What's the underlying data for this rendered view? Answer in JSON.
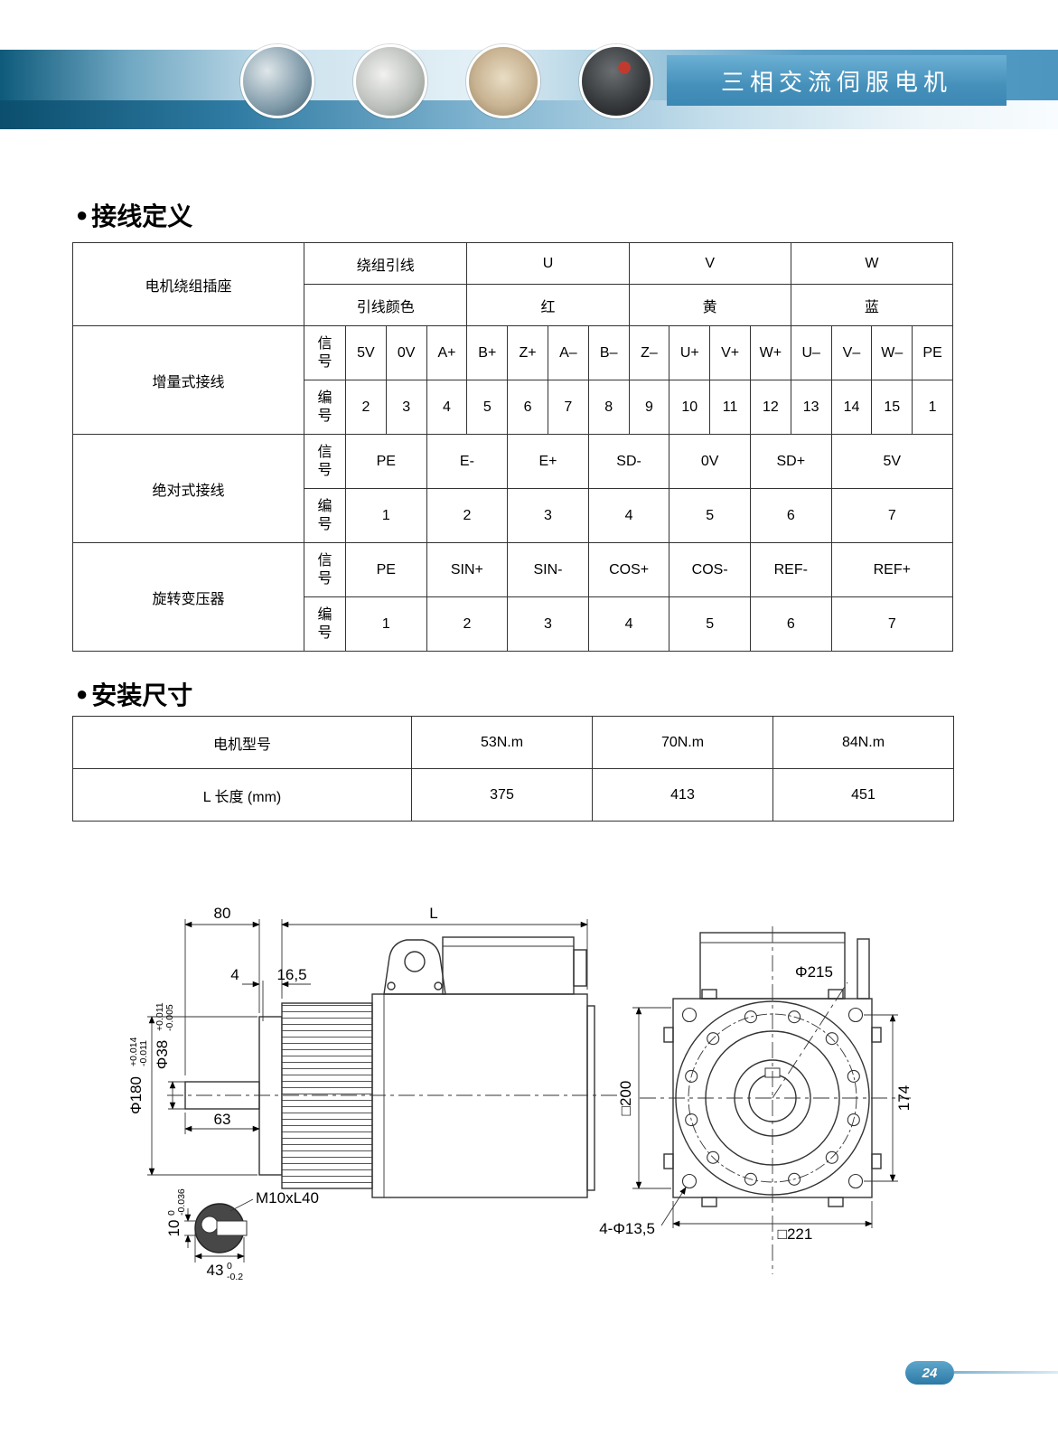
{
  "header": {
    "title": "三相交流伺服电机"
  },
  "sections": {
    "bullet": "●",
    "wiring": "接线定义",
    "mounting": "安装尺寸"
  },
  "wiring_table": {
    "socket_label": "电机绕组插座",
    "lead_row_label": "绕组引线",
    "color_row_label": "引线颜色",
    "phases": [
      "U",
      "V",
      "W"
    ],
    "colors": [
      "红",
      "黄",
      "蓝"
    ],
    "signal_label": "信\n号",
    "number_label": "编\n号",
    "incremental": {
      "label": "增量式接线",
      "signals": [
        "5V",
        "0V",
        "A+",
        "B+",
        "Z+",
        "A–",
        "B–",
        "Z–",
        "U+",
        "V+",
        "W+",
        "U–",
        "V–",
        "W–",
        "PE"
      ],
      "numbers": [
        "2",
        "3",
        "4",
        "5",
        "6",
        "7",
        "8",
        "9",
        "10",
        "11",
        "12",
        "13",
        "14",
        "15",
        "1"
      ]
    },
    "absolute": {
      "label": "绝对式接线",
      "signals": [
        "PE",
        "E-",
        "E+",
        "SD-",
        "0V",
        "SD+",
        "5V"
      ],
      "numbers": [
        "1",
        "2",
        "3",
        "4",
        "5",
        "6",
        "7"
      ]
    },
    "resolver": {
      "label": "旋转变压器",
      "signals": [
        "PE",
        "SIN+",
        "SIN-",
        "COS+",
        "COS-",
        "REF-",
        "REF+"
      ],
      "numbers": [
        "1",
        "2",
        "3",
        "4",
        "5",
        "6",
        "7"
      ]
    }
  },
  "mounting_table": {
    "model_label": "电机型号",
    "length_label": "L 长度 (mm)",
    "models": [
      "53N.m",
      "70N.m",
      "84N.m"
    ],
    "lengths": [
      "375",
      "413",
      "451"
    ]
  },
  "drawing": {
    "side": {
      "dim80": "80",
      "dimL": "L",
      "dim4": "4",
      "dim165": "16,5",
      "d180": "Φ180",
      "d180_sup": "+0.014",
      "d180_sub": "-0.011",
      "d38": "Φ38",
      "d38_sup": "+0.011",
      "d38_sub": "-0.005",
      "dim63": "63",
      "key": "M10xL40",
      "d10": "10",
      "d10_sup": "0",
      "d10_sub": "-0.036",
      "d43": "43",
      "d43_sup": "0",
      "d43_sub": "-0.2"
    },
    "front": {
      "d215": "Φ215",
      "dim174": "174",
      "sq200": "□200",
      "sq221": "□221",
      "holes": "4-Φ13,5"
    }
  },
  "page_number": "24"
}
